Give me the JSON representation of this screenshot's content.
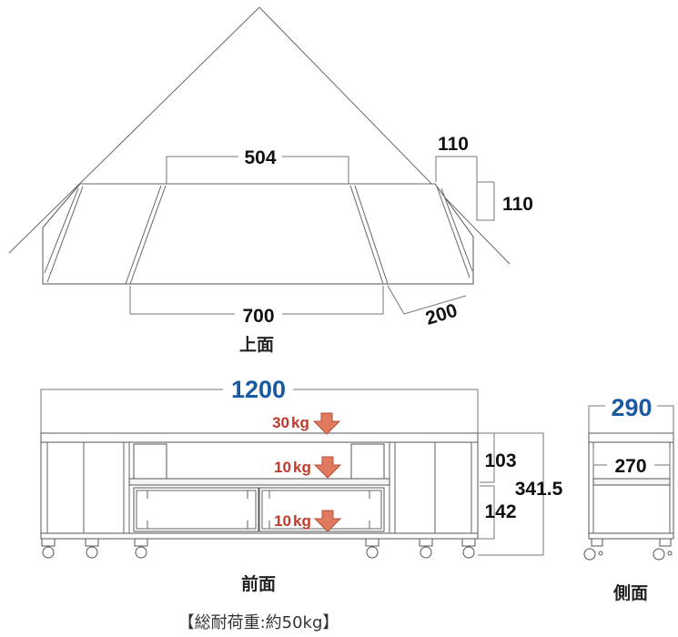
{
  "colors": {
    "accent_blue": "#1a5aa0",
    "load_red": "#c0392b",
    "arrow_fill": "#e07a5f",
    "line": "#555555"
  },
  "top_view": {
    "label": "上面",
    "dims": {
      "back_center": "504",
      "front_width": "700",
      "wing_depth": "200",
      "corner_x": "110",
      "corner_y": "110"
    }
  },
  "front_view": {
    "label": "前面",
    "width": "1200",
    "loads": [
      {
        "weight": "30",
        "unit": "kg",
        "icon": "down-arrow-icon"
      },
      {
        "weight": "10",
        "unit": "kg",
        "icon": "down-arrow-icon"
      },
      {
        "weight": "10",
        "unit": "kg",
        "icon": "down-arrow-icon"
      }
    ],
    "heights": {
      "upper": "103",
      "total": "341.5",
      "lower": "142"
    },
    "total_load": "【総耐荷重:約50kg】"
  },
  "side_view": {
    "label": "側面",
    "depth_outer": "290",
    "depth_inner": "270"
  }
}
